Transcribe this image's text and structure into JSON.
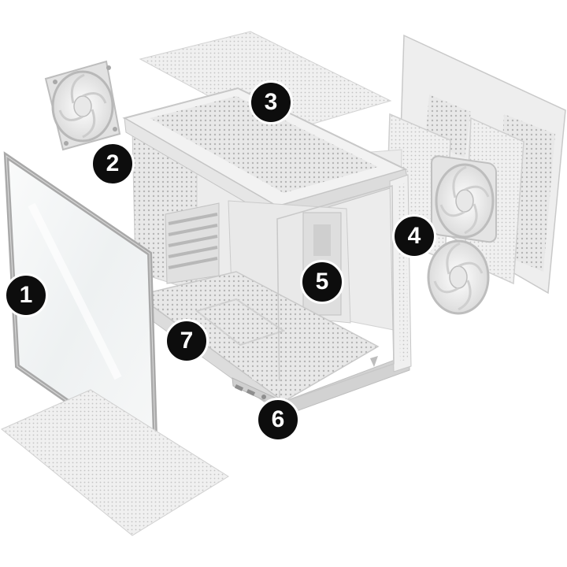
{
  "callouts": [
    {
      "id": "1",
      "label": "1"
    },
    {
      "id": "2",
      "label": "2"
    },
    {
      "id": "3",
      "label": "3"
    },
    {
      "id": "4",
      "label": "4"
    },
    {
      "id": "5",
      "label": "5"
    },
    {
      "id": "6",
      "label": "6"
    },
    {
      "id": "7",
      "label": "7"
    }
  ],
  "colors": {
    "background": "#ffffff",
    "badge": "#0d0d0d",
    "badge_text": "#ffffff",
    "case_white": "#ececec",
    "case_shadow": "#c8c8c8",
    "glass": "#f3f5f6"
  }
}
